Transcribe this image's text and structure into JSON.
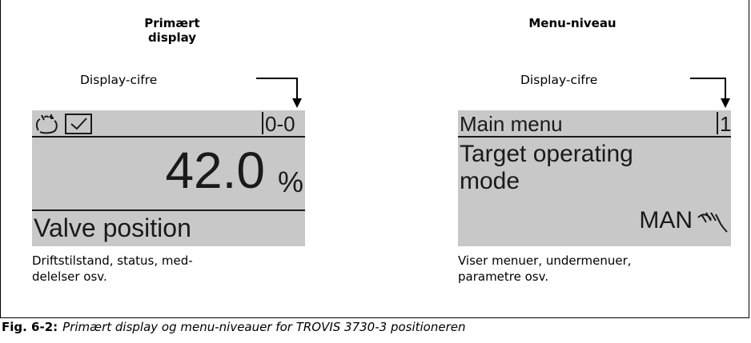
{
  "left_panel": {
    "heading": "Primært display",
    "digits_label": "Display-cifre",
    "screen": {
      "top_right_code": "0-0",
      "value": "42.0",
      "unit": "%",
      "bottom_label": "Valve position",
      "icons": [
        "hand-icon",
        "checkbox-icon"
      ]
    },
    "caption_line1": "Driftstilstand, status, med-",
    "caption_line2": "delelser osv."
  },
  "right_panel": {
    "heading": "Menu-niveau",
    "digits_label": "Display-cifre",
    "screen": {
      "title": "Main menu",
      "top_right_code": "1",
      "item_line1": "Target operating",
      "item_line2": "mode",
      "value": "MAN",
      "icons": [
        "manual-hand-icon"
      ]
    },
    "caption_line1": "Viser menuer, undermenuer,",
    "caption_line2": "parametre osv."
  },
  "figure": {
    "number": "Fig. 6-2:",
    "title": "Primært display og menu-niveauer for TROVIS 3730-3 positioneren"
  },
  "colors": {
    "lcd_background": "#c8c8c8",
    "lcd_ink": "#1a1a1a"
  }
}
